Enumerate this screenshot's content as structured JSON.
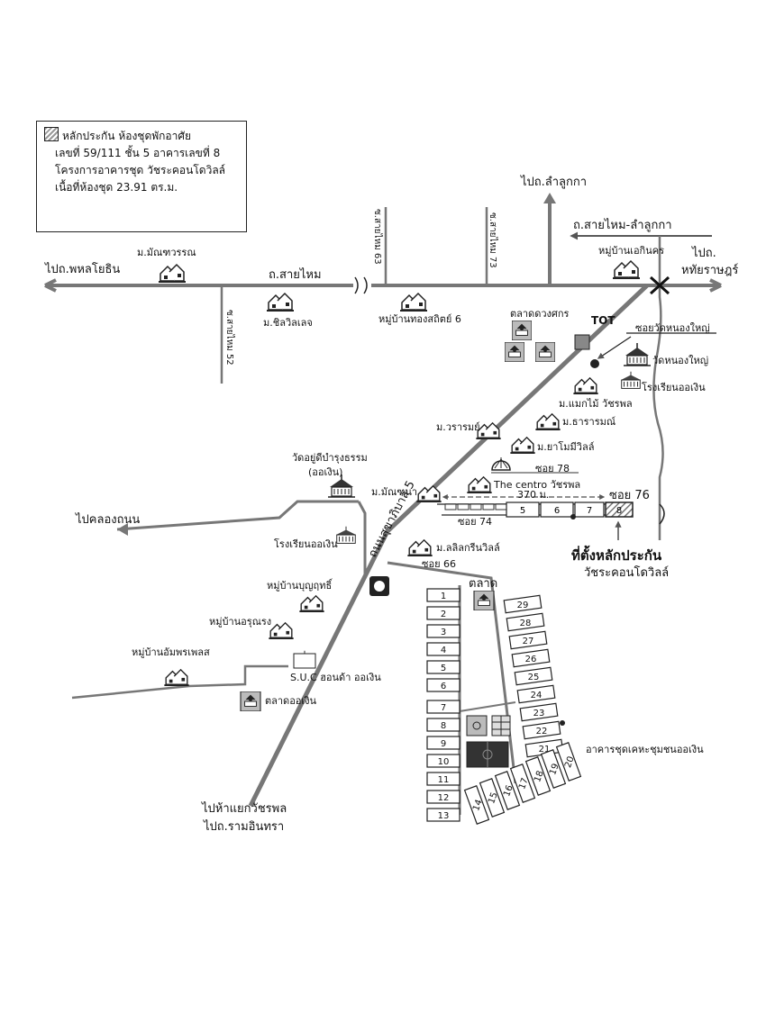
{
  "legend": {
    "line1": "หลักประกัน ห้องชุดพักอาศัย",
    "line2": "เลขที่  59/111 ชั้น 5 อาคารเลขที่  8",
    "line3": "โครงการอาคารชุด วัชระคอนโดวิลล์",
    "line4": "เนื้อที่ห้องชุด  23.91  ตร.ม."
  },
  "labels": {
    "to_phahon": "ไปถ.พหลโยธิน",
    "to_lamlukka": "ไปถ.ลำลูกกา",
    "to_hathai": "ไปถ.",
    "to_hathai2": "หทัยราษฎร์",
    "sai_mai_lamlukka": "ถ.สายไหม-ลำลูกกา",
    "sai_mai_road": "ถ.สายไหม",
    "soi63": "ซ.สายไหม 63",
    "soi73": "ซ.สายไหม 73",
    "soi52": "ซ.สายไหม 52",
    "manthawan": "ม.มัณฑวรรณ",
    "chilvillage": "ม.ชิลวิลเลจ",
    "thongsathit": "หมู่บ้านทองสถิตย์ 6",
    "ekkanakorn": "หมู่บ้านเอกินคร",
    "talad_duangsakorn": "ตลาดดวงศกร",
    "tot": "TOT",
    "soi_wat_nongyai": "ซอยวัดหนองใหญ่",
    "wat_nongyai": "วัดหนองใหญ่",
    "school_ongoen1": "โรงเรียนออเงิน",
    "maekmai": "ม.แมกไม้ วัชรพล",
    "waramai": "ม.วรารมย์",
    "thararom": "ม.ธารารมณ์",
    "yamano": "ม.ยาโมมีวิลล์",
    "wat_yudee": "วัดอยู่ดีบำรุงธรรม",
    "wat_yudee2": "(ออเงิน)",
    "soi78": "ซอย 78",
    "centro": "The centro วัชรพล",
    "dist": "370 ม.",
    "soi76": "ซอย 76",
    "mantana": "ม.มัณฑนา",
    "soi74": "ซอย 74",
    "to_khlong": "ไปคลองถนน",
    "school_ongoen2": "โรงเรียนออเงิน",
    "sukhaphiban": "ถนนสุขาภิบาล 5",
    "lalikgreen": "ม.ลลิลกรีนวิลล์",
    "soi66": "ซอย 66",
    "collateral": "ที่ตั้งหลักประกัน",
    "collateral2": "วัชระคอนโดวิลล์",
    "boonyarik": "หมู่บ้านบุญฤทธิ์",
    "talad": "ตลาด",
    "arunron": "หมู่บ้านอรุณรง",
    "amphon": "หมู่บ้านอัมพรเพลส",
    "suc": "S.U.C ฮอนด้า ออเงิน",
    "talad_ongoen": "ตลาดออเงิน",
    "condo_desc": "อาคารชุดเคหะชุมชนออเงิน",
    "to_watcharaphon": "ไปห้าแยกวัชรพล",
    "to_ramintra": "ไปถ.รามอินทรา"
  },
  "buildings_left": [
    "1",
    "2",
    "3",
    "4",
    "5",
    "6",
    "7",
    "8",
    "9",
    "10",
    "11",
    "12",
    "13"
  ],
  "buildings_right": [
    "29",
    "28",
    "27",
    "26",
    "25",
    "24",
    "23",
    "22",
    "21"
  ],
  "buildings_bottom": [
    "14",
    "15",
    "16",
    "17",
    "18",
    "19",
    "20"
  ],
  "buildings_row": [
    "5",
    "6",
    "7",
    "8"
  ]
}
